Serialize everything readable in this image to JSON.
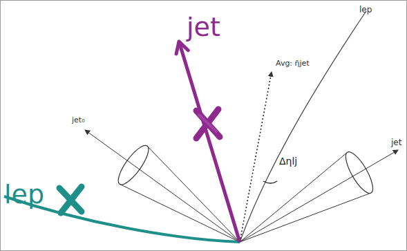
{
  "diagram": {
    "labels": [
      "jet",
      "Avg: η̄jet",
      "jet₀",
      "Δηlj",
      "lep",
      "jet",
      "lep"
    ]
  }
}
